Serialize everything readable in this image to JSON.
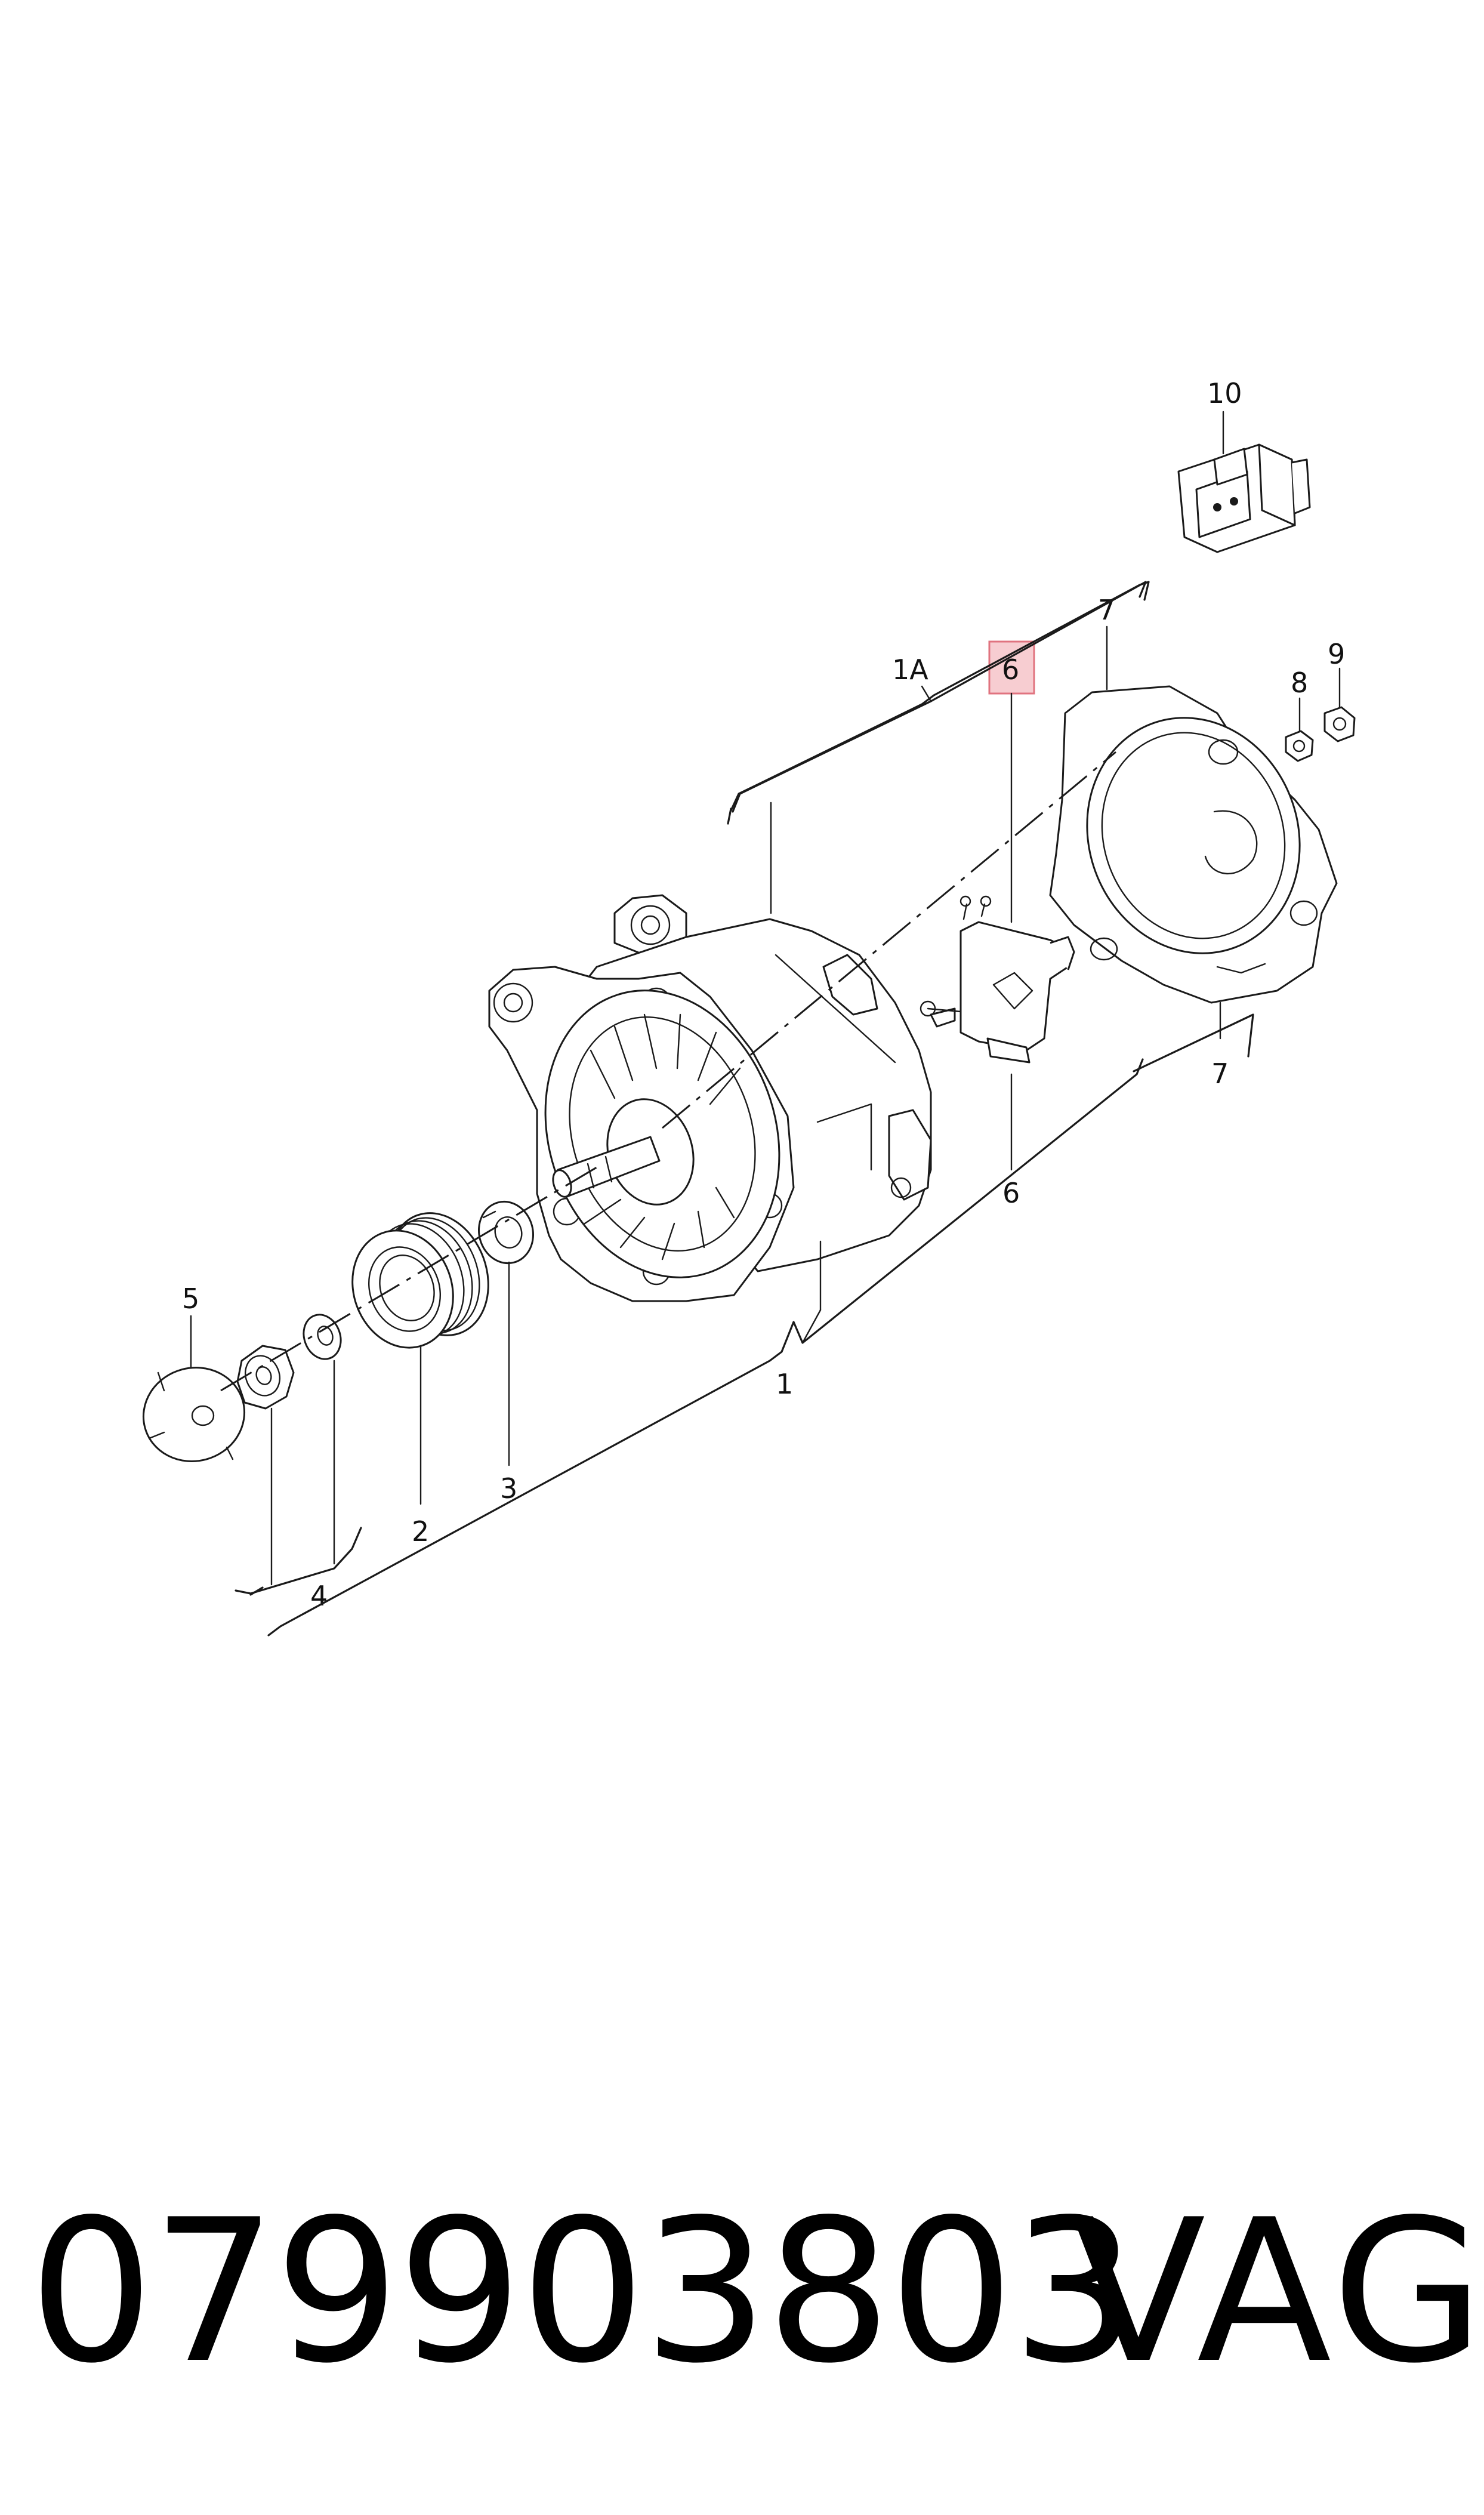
{
  "callouts": {
    "c1": "1",
    "c1A": "1A",
    "c2": "2",
    "c3": "3",
    "c4": "4",
    "c5": "5",
    "c6_top": "6",
    "c6_bottom": "6",
    "c7_top": "7",
    "c7_bottom": "7",
    "c8": "8",
    "c9": "9",
    "c10": "10"
  },
  "highlight": {
    "callout": "6",
    "color": "#f6c8cc",
    "border": "#e36a78"
  },
  "footer": {
    "part_number": "079903803",
    "brand": "VAG"
  }
}
